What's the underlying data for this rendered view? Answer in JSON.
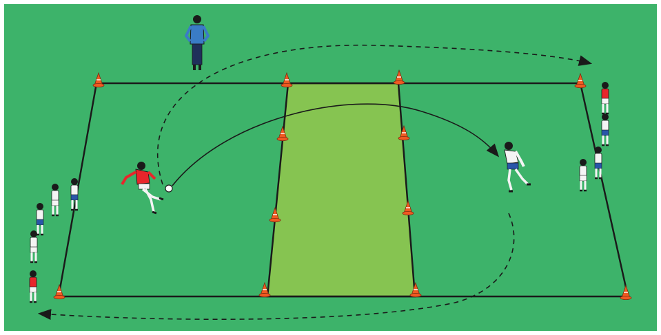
{
  "diagram": {
    "type": "soccer-drill",
    "colors": {
      "pitch": "#3db36a",
      "zone": "#86c451",
      "lines": "#1a1a1a",
      "cone": "#f05a22",
      "team_red": "#e8262b",
      "team_blue": "#2a56a8",
      "kit_white": "#f4f4f4",
      "coach_jacket": "#3a7cc6"
    },
    "icons": [
      "cone-icon",
      "player-icon",
      "coach-icon",
      "ball-icon",
      "arrow-icon"
    ],
    "elements": {
      "coach": "coach",
      "kicker": "player-kicking",
      "receiver": "player-receiving",
      "ball": "ball",
      "left_queue": "player-queue-left",
      "right_queue": "player-queue-right"
    }
  }
}
